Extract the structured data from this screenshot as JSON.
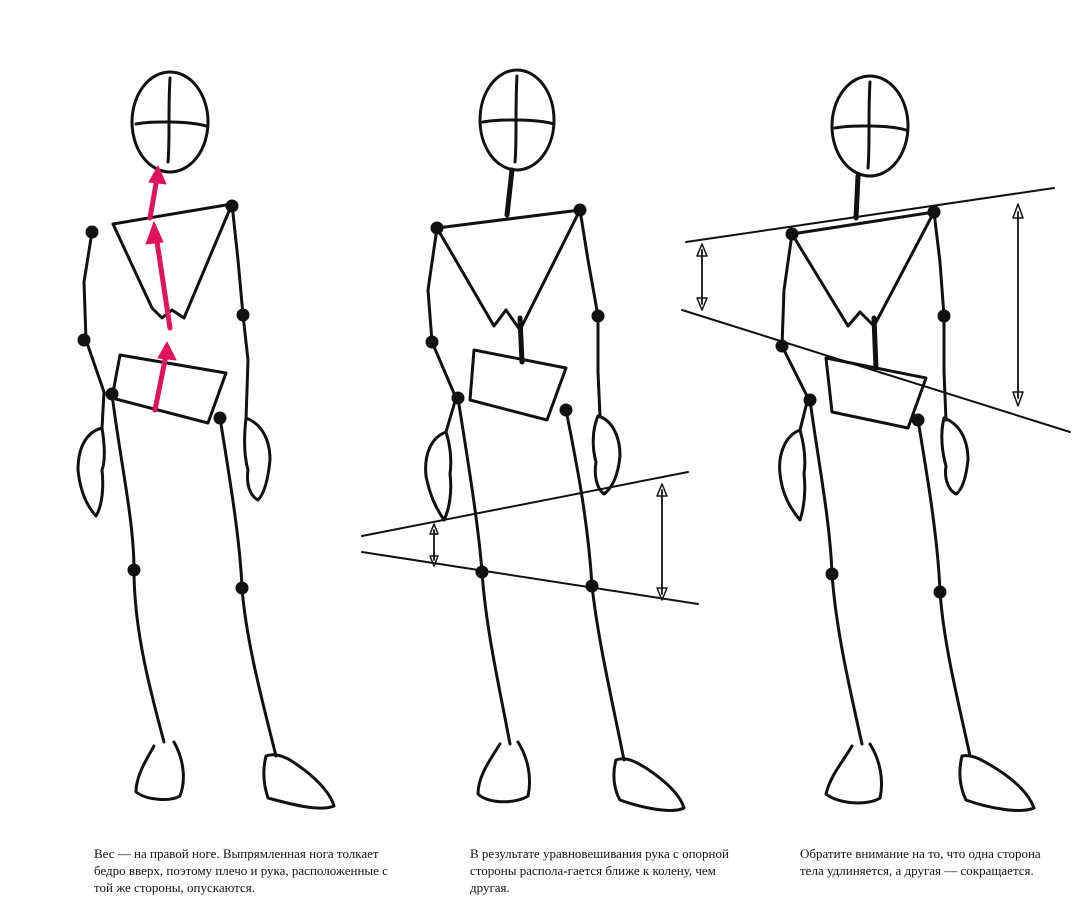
{
  "captions": [
    "Вес — на правой ноге. Выпрямленная нога толкает бедро вверх, поэтому плечо и рука, расположенные с той же стороны, опускаются.",
    "В результате уравновешивания рука с опорной стороны распола-гается ближе к колену, чем другая.",
    "Обратите внимание на то, что одна сторона тела удлиняется, а другая — сокращается."
  ],
  "colors": {
    "accent": "#e0125c",
    "ink": "#111111"
  }
}
